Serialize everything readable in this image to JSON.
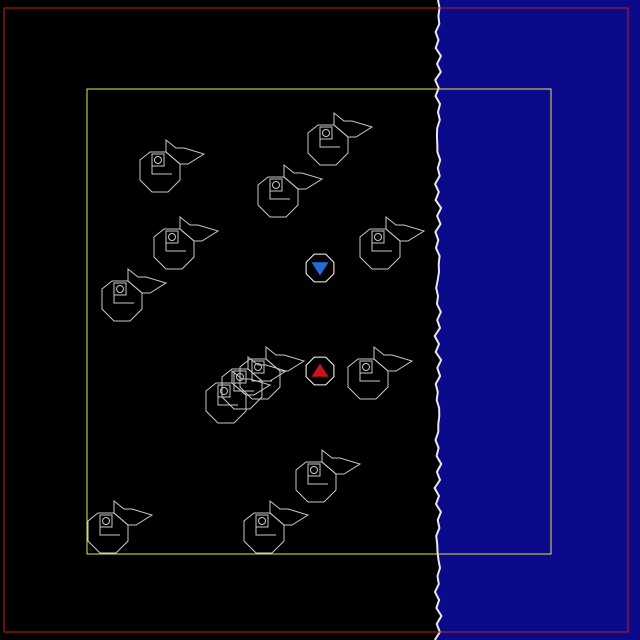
{
  "colors": {
    "background": "#000000",
    "water": "#0a0a8a",
    "shoreline": "#e8e8e8",
    "outer_border": "#cc1a1a",
    "view_border": "#e6e64a",
    "unit_outline": "#c8c8c8",
    "blue_marker_fill": "#1f6fd6",
    "red_marker_fill": "#c4161c",
    "marker_ring": "#ffffff"
  },
  "icons": {
    "unit": "unit-glyph-icon",
    "blue_marker": "blue-triangle-marker-icon",
    "red_marker": "red-triangle-marker-icon"
  },
  "units": [
    {
      "id": "unit-1"
    },
    {
      "id": "unit-2"
    },
    {
      "id": "unit-3"
    },
    {
      "id": "unit-4"
    },
    {
      "id": "unit-5"
    },
    {
      "id": "unit-6"
    },
    {
      "id": "unit-7"
    },
    {
      "id": "unit-8"
    },
    {
      "id": "unit-9"
    },
    {
      "id": "unit-10"
    },
    {
      "id": "unit-11"
    },
    {
      "id": "unit-12"
    },
    {
      "id": "unit-13"
    }
  ],
  "markers": [
    {
      "id": "blue-marker",
      "direction": "down"
    },
    {
      "id": "red-marker",
      "direction": "up"
    }
  ]
}
